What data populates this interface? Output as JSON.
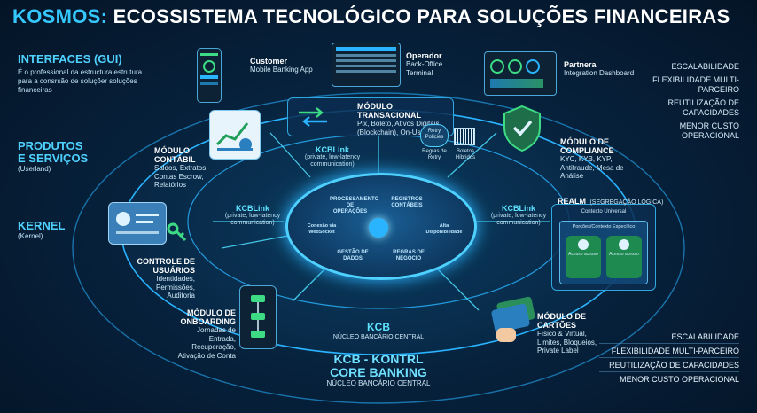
{
  "title": {
    "accent": "KOSMOS:",
    "rest": "ECOSSISTEMA TECNOLÓGICO PARA SOLUÇÕES FINANCEIRAS"
  },
  "left": {
    "interfaces": {
      "heading": "INTERFACES (GUI)",
      "desc": "É o professional da estructura estrutura para a consrsão de soluçõer soluções financeiras"
    },
    "produtos": {
      "heading_line1": "PRODUTOS",
      "heading_line2": "E SERVIÇOS",
      "sub": "(Userland)"
    },
    "kernel": {
      "heading": "KERNEL",
      "sub": "(Kernel)"
    }
  },
  "devices": {
    "customer": {
      "title": "Customer",
      "desc": "Mobile Banking App"
    },
    "operador": {
      "title": "Operador",
      "desc": "Back-Office Terminal"
    },
    "partnera": {
      "title": "Partnera",
      "desc": "Integration Dashboard"
    }
  },
  "right_list": [
    "ESCALABILIDADE",
    "FLEXIBILIDADE MULTI-PARCEIRO",
    "REUTILIZAÇÃO DE CAPACIDADES",
    "MENOR CUSTO OPERACIONAL"
  ],
  "modules": {
    "transacional": {
      "title": "MÓDULO TRANSACIONAL",
      "desc": "Pix, Boleto, Ativos Digitais (Blockchain), On-Us",
      "retry": "Retry Policies",
      "regras": "Regras de Retry",
      "boletos": "Boletos Híbridos"
    },
    "contabil": {
      "title": "MÓDULO CONTÁBIL",
      "desc": "Saldos, Extratos, Contas Escrow, Relatórios"
    },
    "compliance": {
      "title": "MÓDULO DE COMPLIANCE",
      "desc": "KYC, KYB, KYP, Antifraude, Mesa de Análise"
    },
    "usuarios": {
      "title": "CONTROLE DE USUÁRIOS",
      "desc": "Identidades, Permissões, Auditoria"
    },
    "onboarding": {
      "title": "MÓDULO DE ONBOARDING",
      "desc": "Jornadas de Entrada, Recuperação, Ativação de Conta"
    },
    "cartoes": {
      "title": "MÓDULO DE CARTÕES",
      "desc": "Físico & Virtual, Limites, Bloqueios, Private Label"
    }
  },
  "links": {
    "top": {
      "title": "KCBLink",
      "sub": "(private, low-latency communication)"
    },
    "left": {
      "title": "KCBLink",
      "sub": "(private, low-latency communication)"
    },
    "right": {
      "title": "KCBLink",
      "sub": "(private, low-latency communication)"
    }
  },
  "realm": {
    "title": "REALM",
    "title_sub": "(SEGREGAÇÃO LÓGICA)",
    "contexto": "Contexto Universal",
    "especifico": "Porções/Contexto Específico",
    "acesso1": "Acesso acesso",
    "acesso2": "Acesso acesso"
  },
  "core": {
    "processamento": "PROCESSAMENTO DE OPERAÇÕES",
    "registros": "REGISTROS CONTÁBEIS",
    "conexao": "Conexão via WebSocket",
    "alta": "Alta Disponibilidade",
    "gestao": "GESTÃO DE DADOS",
    "regras": "REGRAS DE NEGÓCIO"
  },
  "kcb": {
    "label": "KCB",
    "sub": "NÚCLEO BANCÁRIO CENTRAL"
  },
  "kcb_bottom": {
    "line1": "KCB - KONTRL",
    "line2": "CORE BANKING",
    "sub": "NÚCLEO BANCÁRIO CENTRAL"
  },
  "bottom_list": [
    "ESCALABILIDADE",
    "FLEXIBILIDADE MULTI-PARCEIRO",
    "REUTILIZAÇÃO DE CAPACIDADES",
    "MENOR CUSTO OPERACIONAL"
  ],
  "colors": {
    "accent": "#35c8ff",
    "ring": "#2ab4ff",
    "green": "#3ddc84",
    "gold": "#f5b623"
  }
}
